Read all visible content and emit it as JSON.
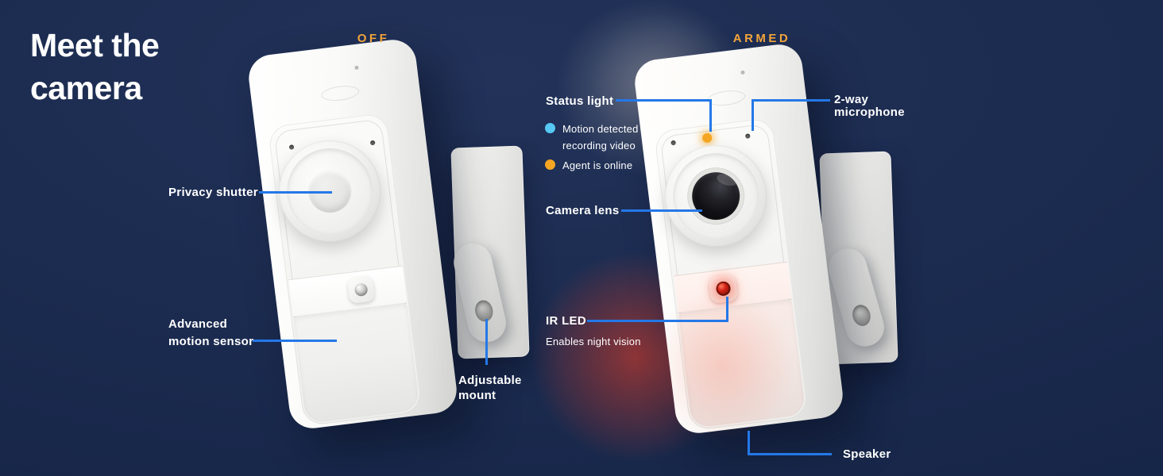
{
  "title": {
    "line1": "Meet the",
    "line2": "camera"
  },
  "cameras": {
    "off": {
      "state_label": "OFF"
    },
    "armed": {
      "state_label": "ARMED"
    }
  },
  "callouts": {
    "privacy_shutter": "Privacy shutter",
    "advanced_motion_sensor": {
      "line1": "Advanced",
      "line2": "motion sensor"
    },
    "adjustable_mount": {
      "line1": "Adjustable",
      "line2": "mount"
    },
    "status_light": "Status light",
    "two_way_microphone": {
      "line1": "2-way",
      "line2": "microphone"
    },
    "camera_lens": "Camera lens",
    "ir_led": {
      "label": "IR LED",
      "description": "Enables night vision"
    },
    "speaker": "Speaker"
  },
  "status_legend": {
    "motion": {
      "line1": "Motion detected /",
      "line2": "recording video"
    },
    "agent": {
      "label": "Agent is online"
    }
  },
  "colors": {
    "bg_top": "#223259",
    "bg_bottom": "#122142",
    "accent_line": "#2478e8",
    "state_orange": "#f2a43c",
    "status_orange": "#f5a623",
    "motion_cyan": "#56c8f3",
    "ir_red": "#d22013",
    "text_white": "#ffffff"
  }
}
